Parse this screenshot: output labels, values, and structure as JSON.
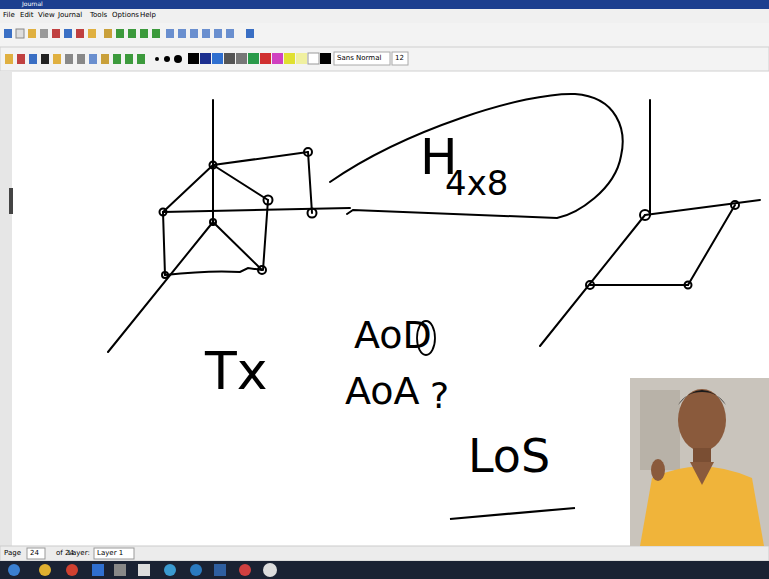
{
  "diagram": {
    "nodes": [
      {
        "text": [
          "H",
          "4x8"
        ]
      }
    ],
    "edges": [],
    "labels": [
      "Journal",
      "File",
      "Edit",
      "View",
      "Journal",
      "Tools",
      "Options",
      "Help",
      "Sans Normal",
      "12",
      "Tx",
      "AoD",
      "AoA",
      "?",
      "LoS",
      "Page",
      "24",
      "of 24",
      "Layer:",
      "Layer 1"
    ]
  }
}
